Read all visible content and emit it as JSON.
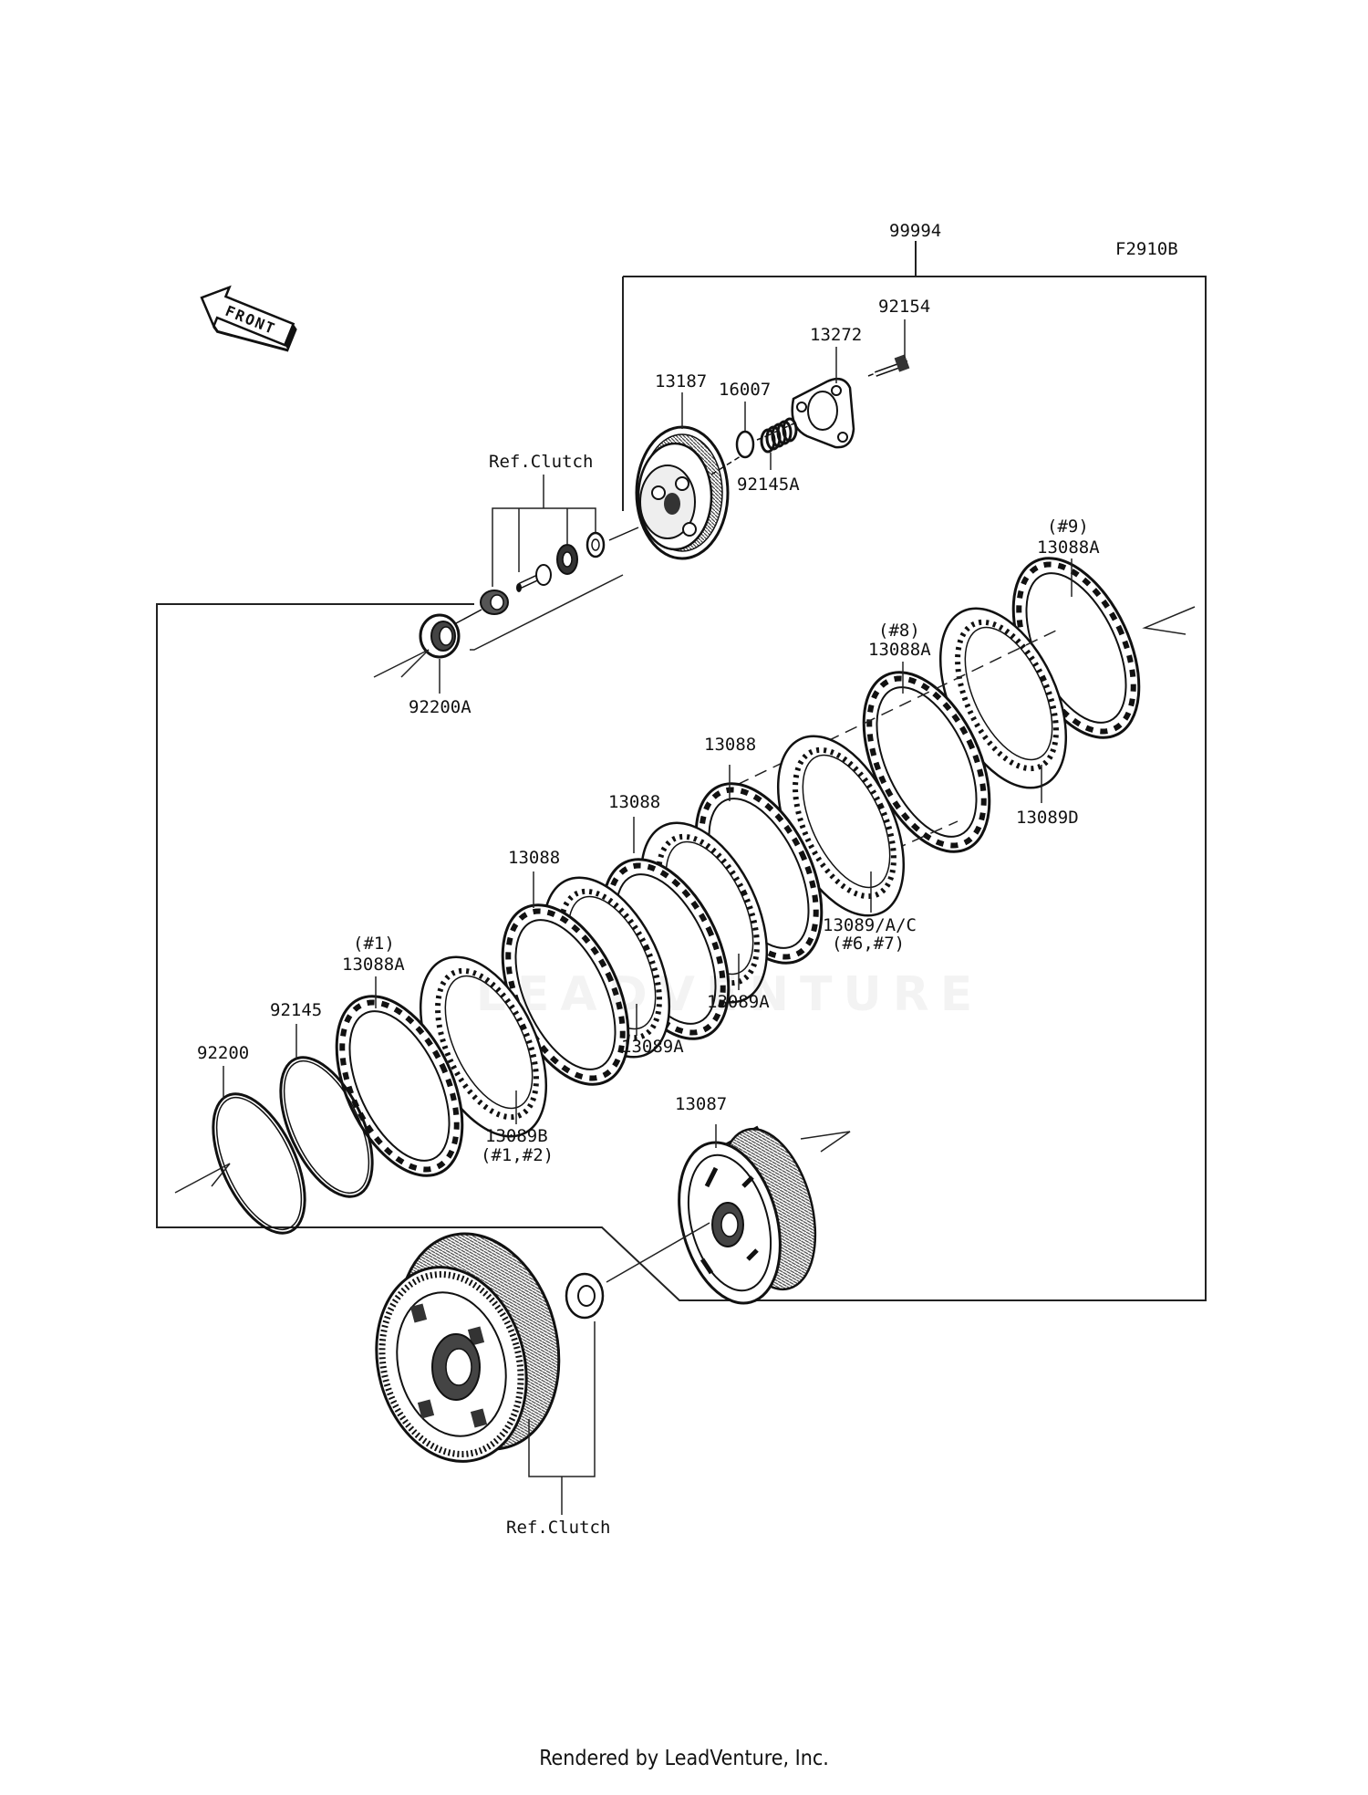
{
  "diagram_code": "F2910B",
  "front_label": "FRONT",
  "watermark": "LEADVENTURE",
  "footer": "Rendered by LeadVenture, Inc.",
  "labels": {
    "p99994": "99994",
    "p92154": "92154",
    "p13272": "13272",
    "p13187": "13187",
    "p16007": "16007",
    "p92145A": "92145A",
    "ref_clutch_top": "Ref.Clutch",
    "p92200A": "92200A",
    "p9": "(#9)",
    "p13088A_9": "13088A",
    "p8": "(#8)",
    "p13088A_8": "13088A",
    "p13088_a": "13088",
    "p13088_b": "13088",
    "p13088_c": "13088",
    "p13089D": "13089D",
    "p13089AC": "13089/A/C",
    "p67": "(#6,#7)",
    "p13089A_a": "13089A",
    "p13089A_b": "13089A",
    "p1": "(#1)",
    "p13088A_1": "13088A",
    "p92145": "92145",
    "p92200": "92200",
    "p13089B": "13089B",
    "p12": "(#1,#2)",
    "p13087": "13087",
    "ref_clutch_bottom": "Ref.Clutch"
  }
}
